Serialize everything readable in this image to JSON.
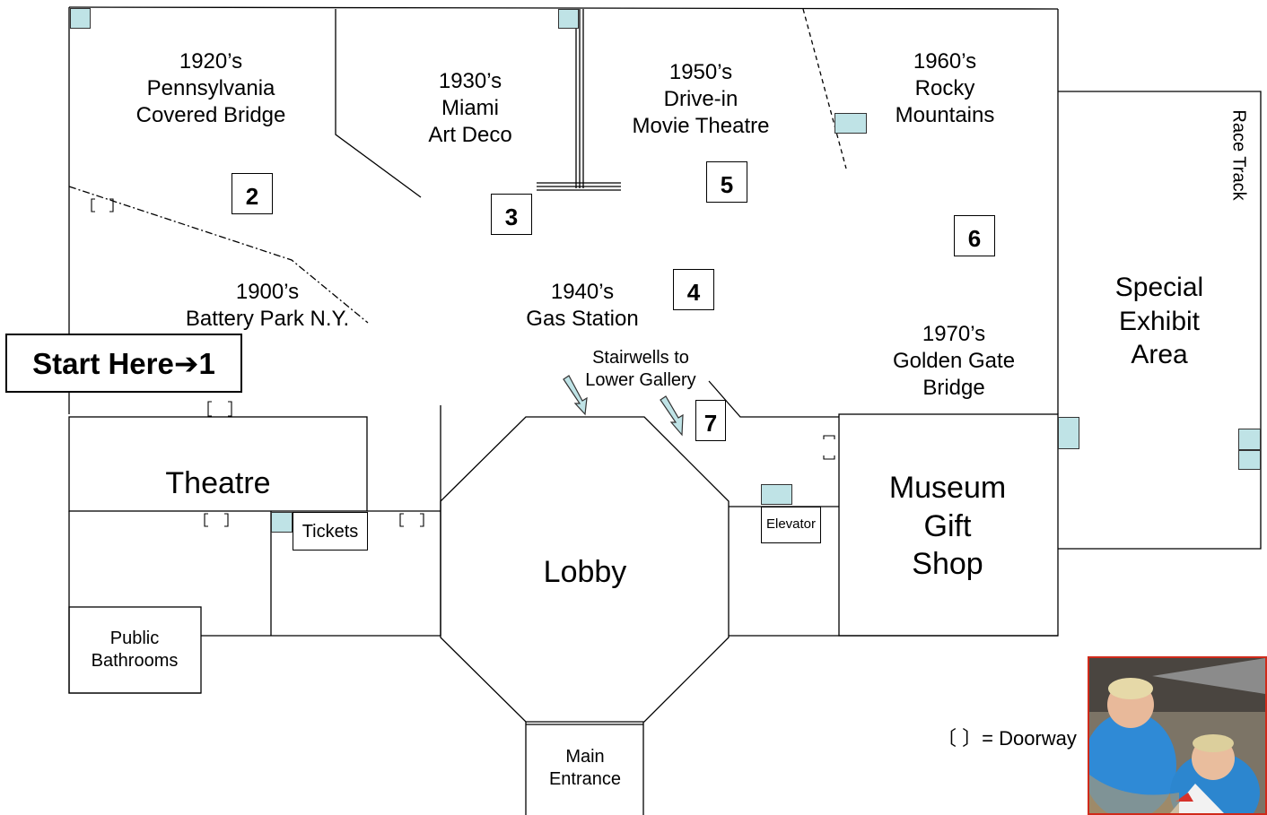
{
  "start": {
    "label": "Start Here➔1"
  },
  "stations": {
    "s2": "2",
    "s3": "3",
    "s4": "4",
    "s5": "5",
    "s6": "6",
    "s7": "7"
  },
  "exhibits": {
    "e1920": [
      "1920’s",
      "Pennsylvania",
      "Covered Bridge"
    ],
    "e1930": [
      "1930’s",
      "Miami",
      "Art Deco"
    ],
    "e1950": [
      "1950’s",
      "Drive-in",
      "Movie Theatre"
    ],
    "e1960": [
      "1960’s",
      "Rocky",
      "Mountains"
    ],
    "e1900": [
      "1900’s",
      "Battery Park N.Y."
    ],
    "e1940": [
      "1940’s",
      "Gas Station"
    ],
    "e1970": [
      "1970’s",
      "Golden Gate",
      "Bridge"
    ]
  },
  "rooms": {
    "stairwells": [
      "Stairwells to",
      "Lower Gallery"
    ],
    "special": [
      "Special",
      "Exhibit",
      "Area"
    ],
    "race_track": "Race Track",
    "theatre": "Theatre",
    "tickets": "Tickets",
    "lobby": "Lobby",
    "elevator": "Elevator",
    "gift_shop": [
      "Museum",
      "Gift",
      "Shop"
    ],
    "bathrooms": [
      "Public",
      "Bathrooms"
    ],
    "entrance": [
      "Main",
      "Entrance"
    ]
  },
  "legend": {
    "doorway": "〔 〕= Doorway"
  },
  "colors": {
    "marker": "#bfe3e6",
    "photo_border": "#d02a1a"
  }
}
